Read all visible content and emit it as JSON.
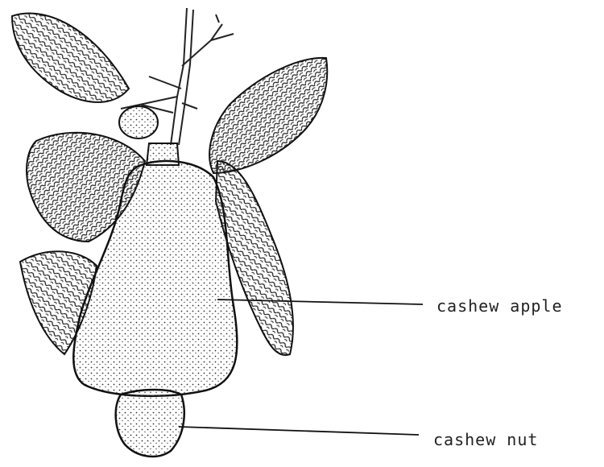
{
  "diagram": {
    "subject": "cashew",
    "labels": {
      "apple": "cashew apple",
      "nut": "cashew nut"
    }
  }
}
